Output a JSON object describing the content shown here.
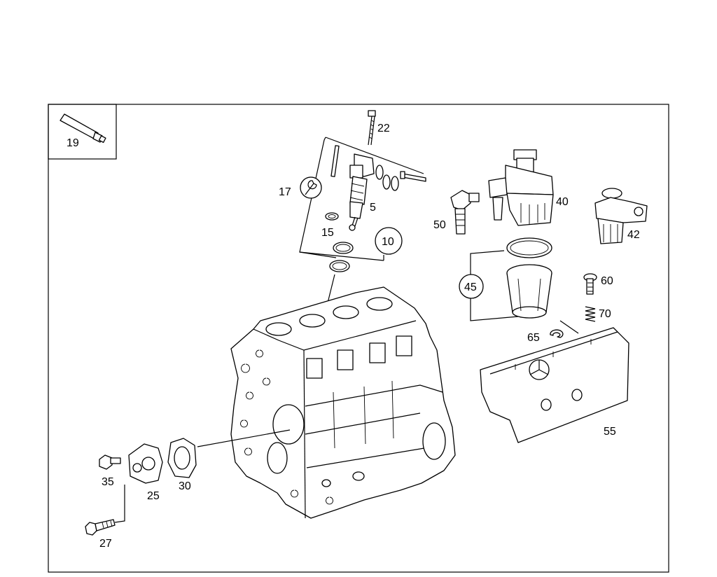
{
  "diagram": {
    "callouts": {
      "c19": "19",
      "c22": "22",
      "c17": "17",
      "c5": "5",
      "c15": "15",
      "c10": "10",
      "c40": "40",
      "c50": "50",
      "c42": "42",
      "c45": "45",
      "c60": "60",
      "c70": "70",
      "c65": "65",
      "c55": "55",
      "c35": "35",
      "c25": "25",
      "c30": "30",
      "c27": "27"
    },
    "icons": [
      "tube-icon",
      "wrench-icon",
      "star-emblem-icon"
    ]
  }
}
